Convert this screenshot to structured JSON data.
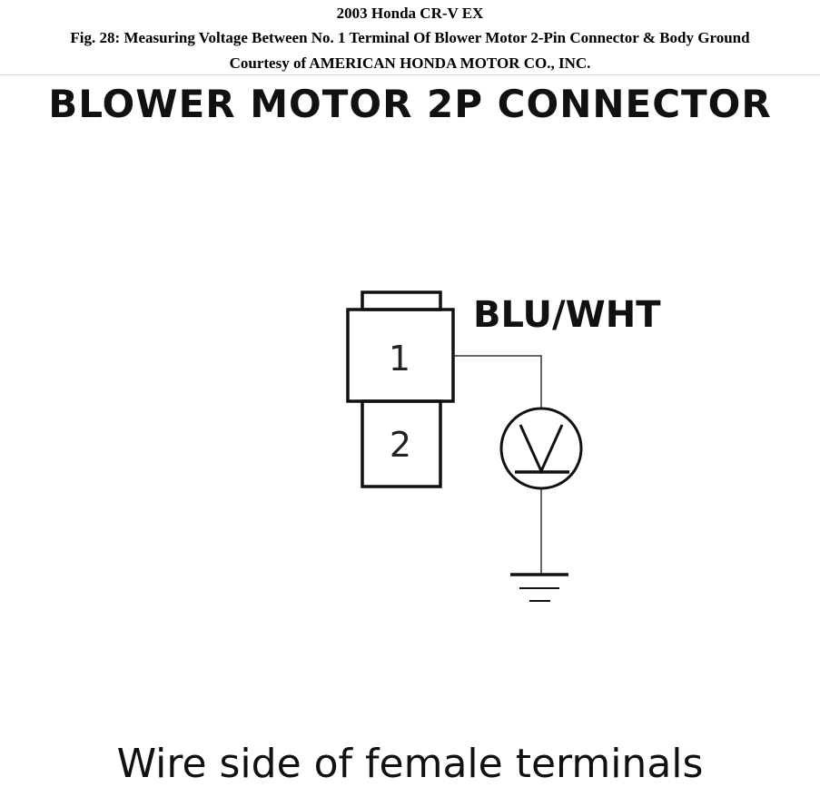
{
  "header": {
    "vehicle": "2003 Honda CR-V EX",
    "figure": "Fig. 28: Measuring Voltage Between No. 1 Terminal Of Blower Motor 2-Pin Connector & Body Ground",
    "courtesy": "Courtesy of AMERICAN HONDA MOTOR CO., INC."
  },
  "diagram": {
    "title": "BLOWER MOTOR 2P CONNECTOR",
    "wire_color": "BLU/WHT",
    "terminals": [
      "1",
      "2"
    ],
    "caption": "Wire side of female terminals",
    "voltmeter_icon": "voltmeter-icon",
    "ground_icon": "body-ground-icon"
  }
}
